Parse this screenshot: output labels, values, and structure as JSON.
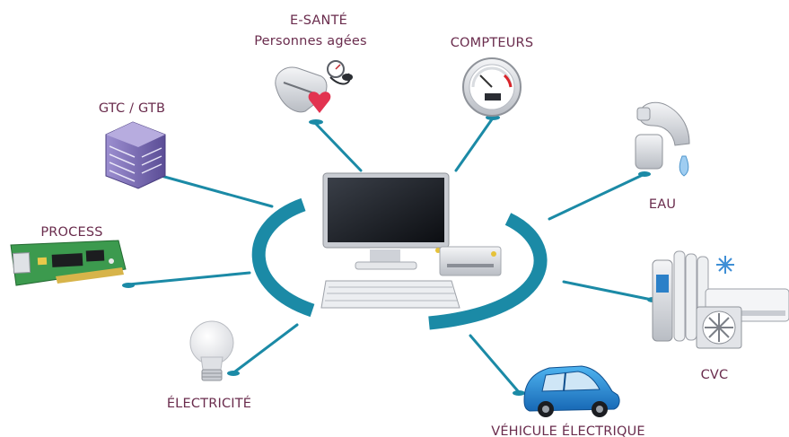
{
  "labels": {
    "esante": "E-SANTÉ",
    "personnes_agees": "Personnes agées",
    "compteurs": "COMPTEURS",
    "gtc_gtb": "GTC / GTB",
    "eau": "EAU",
    "process": "PROCESS",
    "cvc": "CVC",
    "electricite": "ÉLECTRICITÉ",
    "vehicule_electrique": "VÉHICULE ÉLECTRIQUE"
  },
  "colors": {
    "hub_ring": "#1b8aa6",
    "connector": "#1b8aa6",
    "label_text": "#6a2c4d",
    "car_body": "#1e8fd8",
    "building": "#7a6bb3"
  },
  "icons": {
    "center": "desktop-computer-icon",
    "esante": "blood-pressure-monitor-icon",
    "compteurs": "gauge-meter-icon",
    "gtc_gtb": "building-icon",
    "eau": "water-tap-icon",
    "process": "circuit-board-icon",
    "cvc": "hvac-radiator-icon",
    "electricite": "light-bulb-icon",
    "vehicule_electrique": "electric-car-icon"
  }
}
